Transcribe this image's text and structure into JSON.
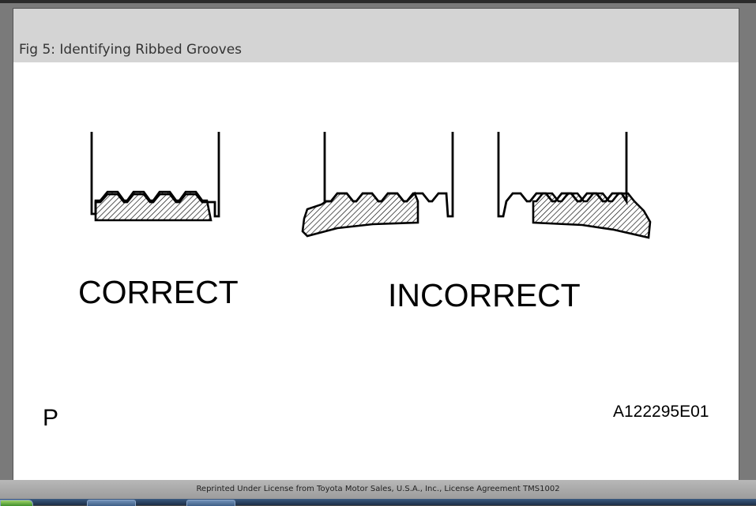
{
  "figure": {
    "caption": "Fig 5: Identifying Ribbed Grooves"
  },
  "diagram": {
    "correct_label": "CORRECT",
    "incorrect_label": "INCORRECT",
    "corner_mark": "P",
    "figure_code": "A122295E01"
  },
  "footer": {
    "notice": "Reprinted Under License from Toyota Motor Sales, U.S.A., Inc., License Agreement TMS1002"
  },
  "colors": {
    "header_bg": "#d4d4d4",
    "panel_bg": "#ffffff",
    "line": "#000000"
  }
}
